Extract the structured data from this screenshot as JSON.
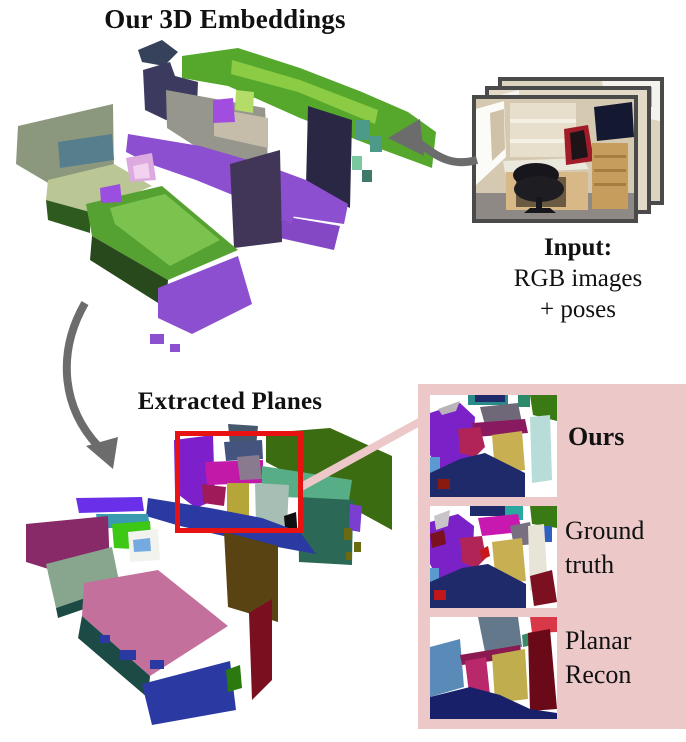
{
  "figure": {
    "embeddings_title": "Our 3D Embeddings",
    "planes_title": "Extracted Planes"
  },
  "input_caption": {
    "title": "Input:",
    "line1": "RGB images",
    "line2": "+ poses"
  },
  "comparison_panel": {
    "background": "#ecc9c8",
    "items": [
      {
        "label": "Ours",
        "bold": true,
        "lines": [
          "Ours",
          ""
        ]
      },
      {
        "label": "Ground truth",
        "bold": false,
        "lines": [
          "Ground",
          "truth"
        ]
      },
      {
        "label": "Planar Recon",
        "bold": false,
        "lines": [
          "Planar",
          "Recon"
        ]
      }
    ]
  },
  "annotations": {
    "roi_box_color": "#e81212",
    "arrow_color": "#6c6c6c",
    "callout_line_color": "#ecc9c8"
  },
  "colors": {
    "embedding_green": "#55a82c",
    "embedding_purple": "#8c4fd0",
    "planes_floor_blue": "#2b3aa2",
    "panel_pink": "#ecc9c8"
  },
  "icons": [
    "curved-arrow-left-icon",
    "curved-arrow-down-icon"
  ]
}
